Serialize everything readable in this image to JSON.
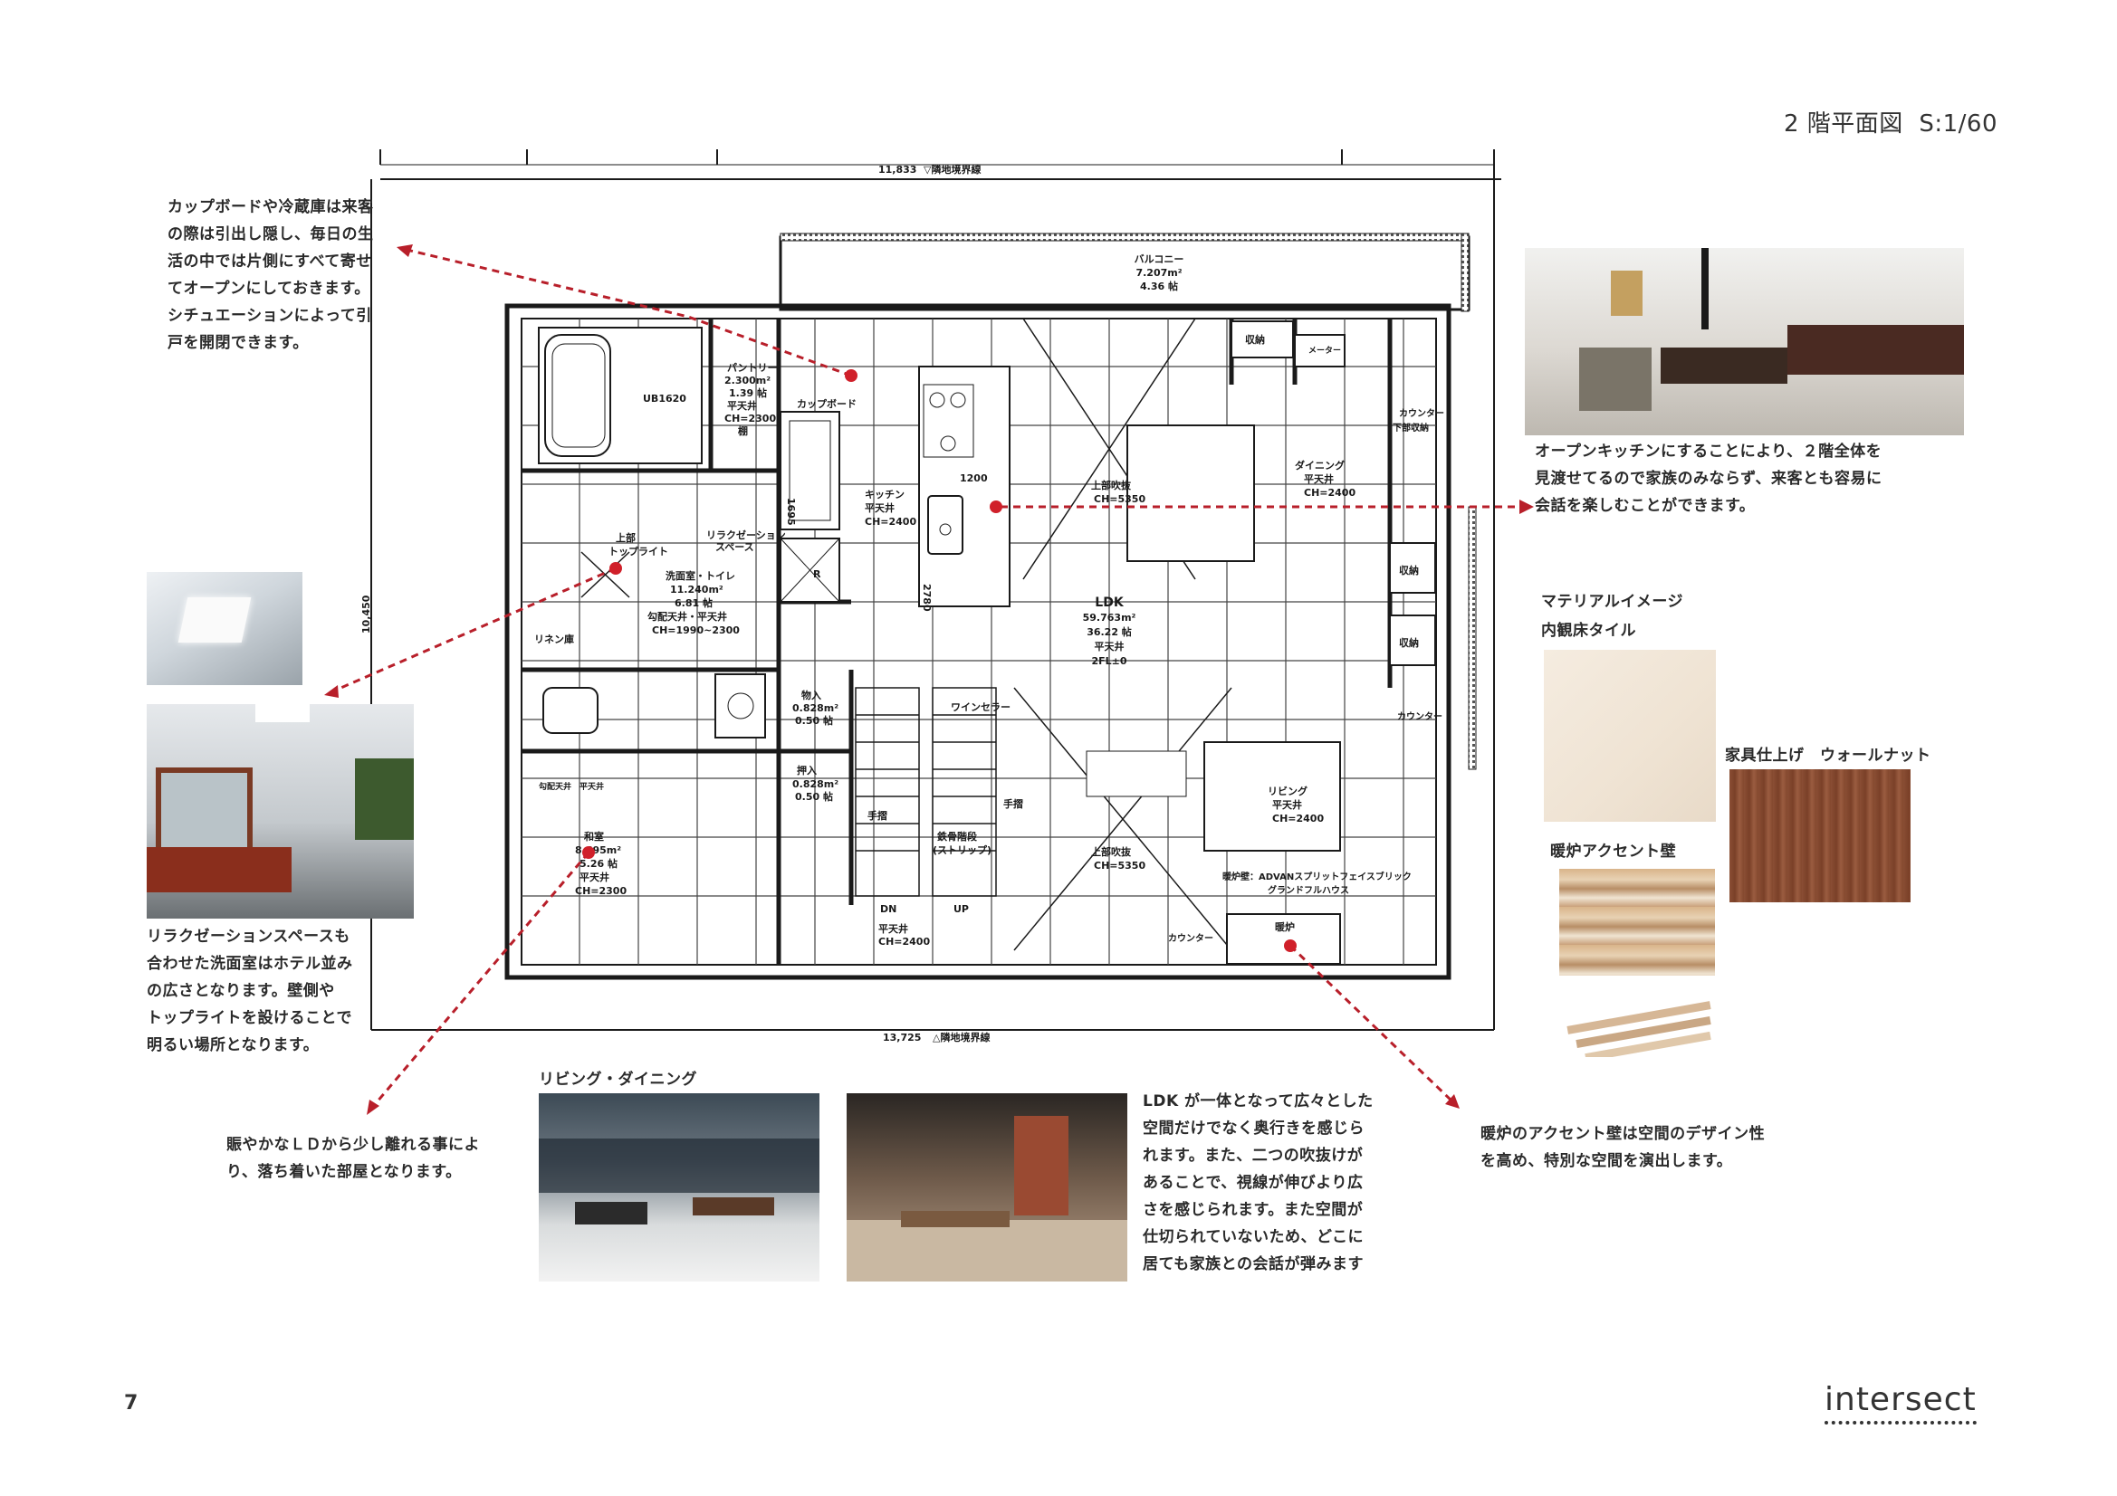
{
  "header": {
    "title": "2 階平面図",
    "scale": "S:1/60"
  },
  "page_number": "7",
  "logo": "intersect",
  "notes": {
    "cupboard": "カップボードや冷蔵庫は来客\nの際は引出し隠し、毎日の生\n活の中では片側にすべて寄せ\nてオープンにしておきます。\nシチュエーションによって引\n戸を開閉できます。",
    "open_kitchen": "オープンキッチンにすることにより、２階全体を\n見渡せてるので家族のみならず、来客とも容易に\n会話を楽しむことができます。",
    "relax": "リラクゼーションスペースも\n合わせた洗面室はホテル並み\nの広さとなります。壁側や\nトップライトを設けることで\n明るい場所となります。",
    "washitsu": "賑やかなＬＤから少し離れる事によ\nり、落ち着いた部屋となります。",
    "ldk": "LDK が一体となって広々とした\n空間だけでなく奥行きを感じら\nれます。また、二つの吹抜けが\nあることで、視線が伸びより広\nさを感じられます。また空間が\n仕切られていないため、どこに\n居ても家族との会話が弾みます",
    "fireplace": "暖炉のアクセント壁は空間のデザイン性\nを高め、特別な空間を演出します。"
  },
  "labels": {
    "living_dining": "リビング・ダイニング",
    "material_image": "マテリアルイメージ",
    "floor_tile": "内観床タイル",
    "furniture_finish": "家具仕上げ　ウォールナット",
    "fireplace_wall": "暖炉アクセント壁"
  },
  "plan": {
    "dim_top": "11,833",
    "boundary_top": "▽隣地境界線",
    "dim_bottom": "13,725",
    "boundary_bottom": "△隣地境界線",
    "dim_left": "10,450",
    "balcony": [
      "バルコニー",
      "7.207m²",
      "4.36 帖"
    ],
    "ub": "UB1620",
    "pantry": [
      "パントリー",
      "2.300m²",
      "1.39 帖",
      "平天井",
      "CH=2300",
      "棚"
    ],
    "cupboard": "カップボード",
    "kitchen": [
      "キッチン",
      "平天井",
      "CH=2400"
    ],
    "kitchen_dim": "1200",
    "ldk": [
      "LDK",
      "59.763m²",
      "36.22 帖",
      "平天井",
      "2FL±0"
    ],
    "void1": [
      "上部吹抜",
      "CH=5350"
    ],
    "void2": [
      "上部吹抜",
      "CH=5350"
    ],
    "dining": [
      "ダイニング",
      "平天井",
      "CH=2400"
    ],
    "living": [
      "リビング",
      "平天井",
      "CH=2400"
    ],
    "wash": [
      "洗面室・トイレ",
      "11.240m²",
      "6.81 帖",
      "勾配天井・平天井",
      "CH=1990~2300"
    ],
    "relax_space": [
      "リラクゼーション",
      "スペース"
    ],
    "toplight": [
      "上部",
      "トップライト"
    ],
    "linen": "リネン庫",
    "storage1": [
      "物入",
      "0.828m²",
      "0.50 帖"
    ],
    "storage2": [
      "押入",
      "0.828m²",
      "0.50 帖"
    ],
    "wine": "ワインセラー",
    "washitsu": [
      "和室",
      "8.695m²",
      "5.26 帖",
      "平天井",
      "CH=2300"
    ],
    "stair": [
      "鉄骨階段",
      "(ストリップ)"
    ],
    "handrail": "手摺",
    "stair_ceiling": [
      "平天井",
      "CH=2400"
    ],
    "dn": "DN",
    "up": "UP",
    "storage_label": "収納",
    "counter": "カウンター",
    "counter_under": [
      "カウンター",
      "下部収納"
    ],
    "fireplace": "暖炉",
    "fireplace_wall": [
      "暖炉壁：ADVANスプリットフェイスブリック",
      "グランドフルハウス"
    ],
    "ceiling_labels": [
      "勾配天井",
      "平天井"
    ],
    "mero": "メーター",
    "r": "R",
    "dim_2780": "2780",
    "dim_1695": "1695"
  },
  "colors": {
    "arrow": "#b81f2a",
    "dot": "#d0202a",
    "line": "#1a1a1a"
  }
}
